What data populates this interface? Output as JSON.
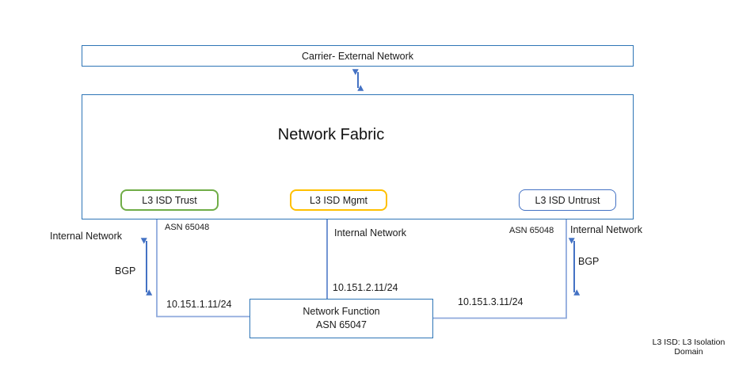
{
  "carrier": {
    "label": "Carrier- External Network"
  },
  "fabric": {
    "label": "Network Fabric"
  },
  "isd_boxes": [
    {
      "id": "trust",
      "label": "L3 ISD Trust",
      "border_color": "#70AD47"
    },
    {
      "id": "mgmt",
      "label": "L3 ISD Mgmt",
      "border_color": "#FFC000"
    },
    {
      "id": "untrust",
      "label": "L3 ISD Untrust",
      "border_color": "#4472C4"
    }
  ],
  "network_function": {
    "line1": "Network Function",
    "line2": "ASN 65047"
  },
  "labels": {
    "asn_left": "ASN 65048",
    "asn_right": "ASN 65048",
    "internal_network_left": "Internal Network",
    "internal_network_mid": "Internal Network",
    "internal_network_right": "Internal Network",
    "bgp_left": "BGP",
    "bgp_right": "BGP",
    "ip_trust": "10.151.1.11/24",
    "ip_mgmt": "10.151.2.11/24",
    "ip_untrust": "10.151.3.11/24"
  },
  "footnote": {
    "line1": "L3 ISD: L3 Isolation",
    "line2": "Domain"
  },
  "colors": {
    "box_border_blue": "#2E75B6",
    "arrow_blue": "#4472C4",
    "connector_light_blue": "#8FAADC",
    "trust_green": "#70AD47",
    "mgmt_gold": "#FFC000"
  }
}
